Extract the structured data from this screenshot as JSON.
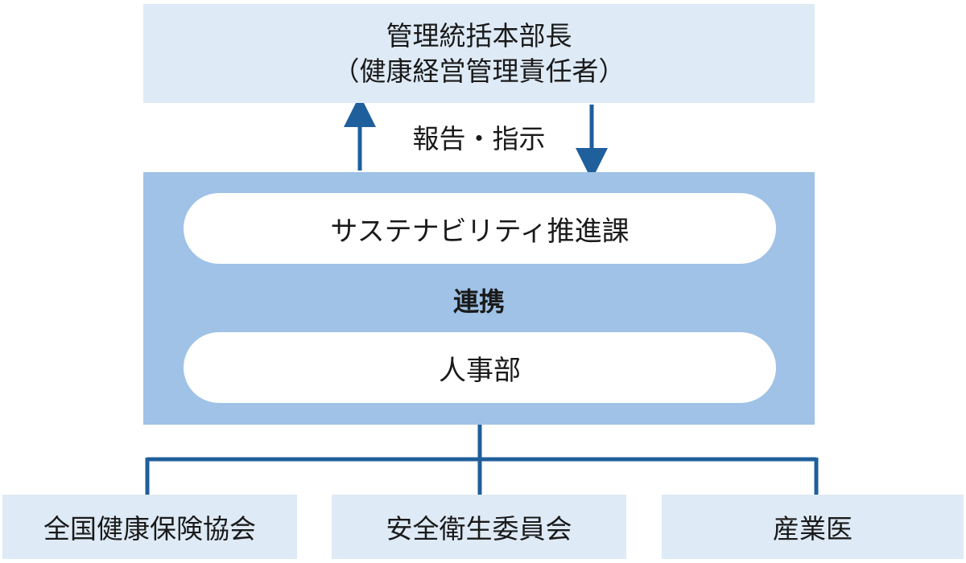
{
  "top": {
    "line1": "管理統括本部長",
    "line2": "（健康経営管理責任者）"
  },
  "arrow_label": "報告・指示",
  "middle": {
    "pill_top": "サステナビリティ推進課",
    "link_label": "連携",
    "pill_bottom": "人事部"
  },
  "bottom": [
    {
      "label": "全国健康保険協会"
    },
    {
      "label": "安全衛生委員会"
    },
    {
      "label": "産業医"
    }
  ],
  "colors": {
    "light_box": "#deeaf6",
    "mid_box": "#9fc2e6",
    "line": "#1f5f9c"
  }
}
